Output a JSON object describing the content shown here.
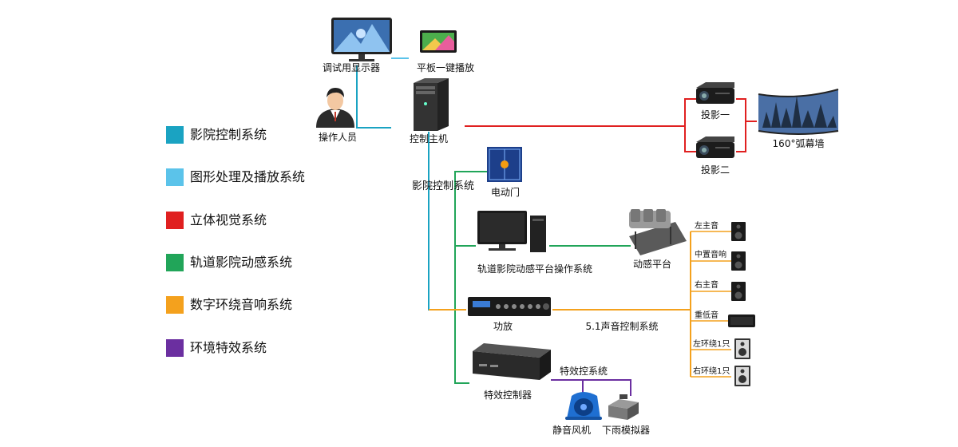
{
  "colors": {
    "cinema_control": "#1aa3c2",
    "graphics": "#5bc3ea",
    "stereo_vision": "#e02020",
    "motion": "#21a559",
    "audio": "#f4a11d",
    "effects": "#6b2fa0"
  },
  "legend": [
    {
      "label": "影院控制系统",
      "color": "#1aa3c2"
    },
    {
      "label": "图形处理及播放系统",
      "color": "#5bc3ea"
    },
    {
      "label": "立体视觉系统",
      "color": "#e02020"
    },
    {
      "label": "轨道影院动感系统",
      "color": "#21a559"
    },
    {
      "label": "数字环绕音响系统",
      "color": "#f4a11d"
    },
    {
      "label": "环境特效系统",
      "color": "#6b2fa0"
    }
  ],
  "nodes": {
    "debug_monitor": "调试用显示器",
    "tablet": "平板一键播放",
    "operator": "操作人员",
    "control_host": "控制主机",
    "projector_1": "投影一",
    "projector_2": "投影二",
    "curved_screen": "160°弧幕墙",
    "electric_door": "电动门",
    "motion_os": "轨道影院动感平台操作系统",
    "motion_platform": "动感平台",
    "amplifier": "功放",
    "effects_controller": "特效控制器",
    "fan": "静音风机",
    "rain": "下雨模拟器"
  },
  "speakers": [
    "左主音",
    "中置音响",
    "右主音",
    "重低音",
    "左环绕1只",
    "右环绕1只"
  ],
  "links": {
    "cinema_control_vertical": "影院控制系统",
    "audio": "5.1声音控制系统",
    "effects": "特效控系统"
  },
  "icons": {
    "debug_monitor": "monitor-icon",
    "tablet": "tablet-icon",
    "operator": "person-icon",
    "control_host": "pc-tower-icon",
    "projector": "projector-icon",
    "curved_screen": "curved-screen-icon",
    "electric_door": "door-icon",
    "motion_os": "desktop-computer-icon",
    "motion_platform": "motion-platform-icon",
    "amplifier": "amplifier-icon",
    "effects_controller": "controller-box-icon",
    "fan": "fan-icon",
    "rain": "rain-machine-icon",
    "speaker": "speaker-icon",
    "subwoofer": "subwoofer-icon"
  }
}
